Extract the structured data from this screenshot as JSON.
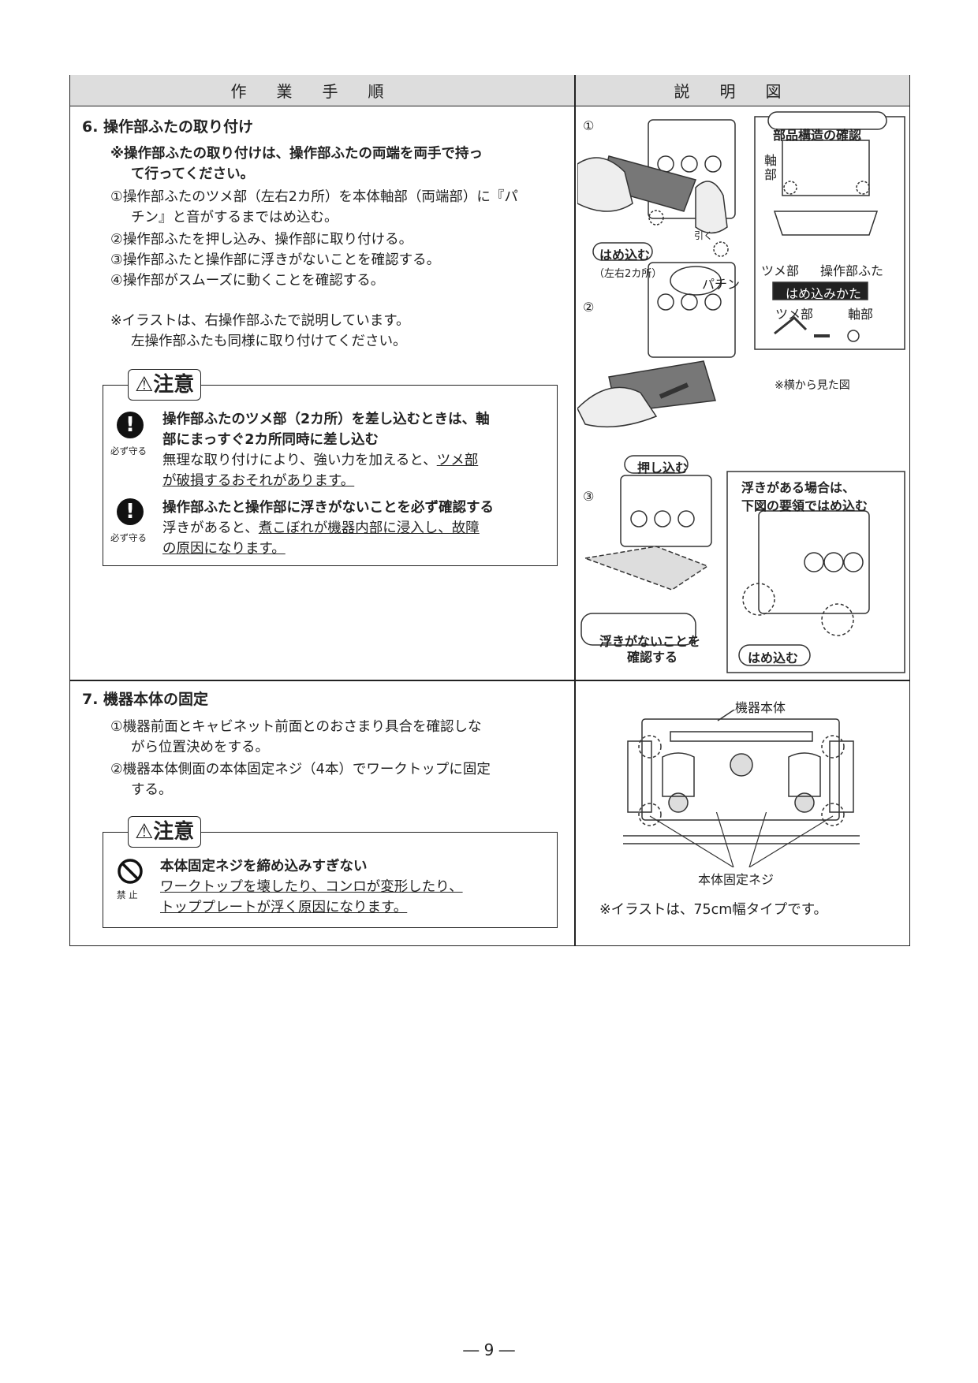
{
  "header": {
    "left": "作業手順",
    "right": "説明図"
  },
  "section6": {
    "title": "6. 操作部ふたの取り付け",
    "note_l1": "※操作部ふたの取り付けは、操作部ふたの両端を両手で持っ",
    "note_l2": "て行ってください。",
    "step1_l1": "①操作部ふたのツメ部（左右2カ所）を本体軸部（両端部）に『パ",
    "step1_l2": "チン』と音がするまではめ込む。",
    "step2": "②操作部ふたを押し込み、操作部に取り付ける。",
    "step3": "③操作部ふたと操作部に浮きがないことを確認する。",
    "step4": "④操作部がスムーズに動くことを確認する。",
    "illus_l1": "※イラストは、右操作部ふたで説明しています。",
    "illus_l2": "左操作部ふたも同様に取り付けてください。",
    "caution_label": "⚠注意",
    "c1_title_l1": "操作部ふたのツメ部（2カ所）を差し込むときは、軸",
    "c1_title_l2": "部にまっすぐ2カ所同時に差し込む",
    "c1_body_l1a": "無理な取り付けにより、強い力を加えると、",
    "c1_body_l1b": "ツメ部",
    "c1_body_l2": "が破損するおそれがあります。",
    "c2_title": "操作部ふたと操作部に浮きがないことを必ず確認する",
    "c2_body_l1a": "浮きがあると、",
    "c2_body_l1b": "煮こぼれが機器内部に浸入し、故障",
    "c2_body_l2": "の原因になります。",
    "must_label": "必ず守る"
  },
  "section6_figure": {
    "n1": "①",
    "n2": "②",
    "n3": "③",
    "hamekomu": "はめ込む",
    "left_right": "（左右2カ所）",
    "pachin": "パチン",
    "hiku": "引く",
    "structure_title": "部品構造の確認",
    "jiku_v1": "軸",
    "jiku_v2": "部",
    "tsume": "ツメ部",
    "futa": "操作部ふた",
    "howto": "はめ込みかた",
    "tsume2": "ツメ部",
    "jiku2": "軸部",
    "side_view": "※横から見た図",
    "oshikomu": "押し込む",
    "float_l1": "浮きがある場合は、",
    "float_l2": "下図の要領ではめ込む",
    "nofloat_l1": "浮きがないことを",
    "nofloat_l2": "確認する",
    "hamekomu2": "はめ込む"
  },
  "section7": {
    "title": "7. 機器本体の固定",
    "step1_l1": "①機器前面とキャビネット前面とのおさまり具合を確認しな",
    "step1_l2": "がら位置決めをする。",
    "step2_l1": "②機器本体側面の本体固定ネジ（4本）でワークトップに固定",
    "step2_l2": "する。",
    "caution_label": "⚠注意",
    "c_title": "本体固定ネジを締め込みすぎない",
    "c_body_l1": "ワークトップを壊したり、コンロが変形したり、",
    "c_body_l2": "トッププレートが浮く原因になります。",
    "prohibit_label": "禁 止"
  },
  "section7_figure": {
    "body_label": "機器本体",
    "screw_label": "本体固定ネジ",
    "note": "※イラストは、75cm幅タイプです。"
  },
  "page_number": "― 9 ―"
}
